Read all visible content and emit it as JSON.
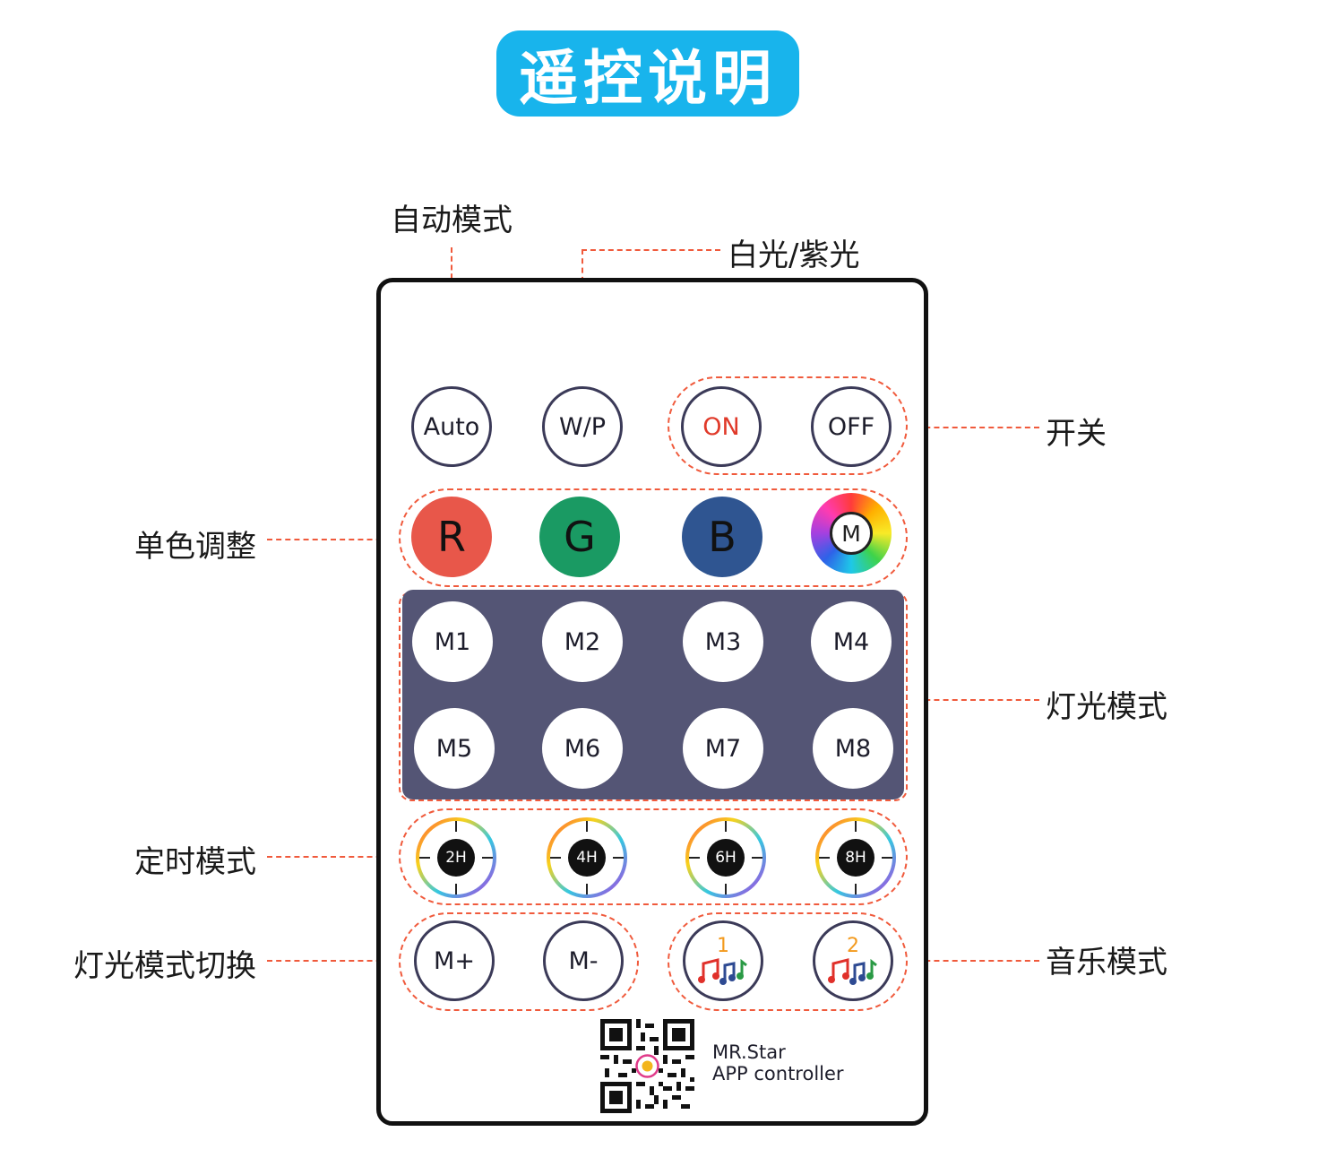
{
  "title": "遥控说明",
  "labels": {
    "auto_mode": "自动模式",
    "white_purple": "白光/紫光",
    "power": "开关",
    "single_color": "单色调整",
    "light_mode": "灯光模式",
    "timer_mode": "定时模式",
    "light_mode_switch": "灯光模式切换",
    "music_mode": "音乐模式"
  },
  "buttons": {
    "auto": "Auto",
    "wp": "W/P",
    "on": "ON",
    "off": "OFF",
    "r": "R",
    "g": "G",
    "b": "B",
    "m": "M",
    "modes": [
      "M1",
      "M2",
      "M3",
      "M4",
      "M5",
      "M6",
      "M7",
      "M8"
    ],
    "timers": [
      "2H",
      "4H",
      "6H",
      "8H"
    ],
    "m_plus": "M+",
    "m_minus": "M-",
    "music1": "1",
    "music2": "2"
  },
  "app": {
    "line1": "MR.Star",
    "line2": "APP controller"
  },
  "colors": {
    "title_bg": "#18b4ec",
    "accent_dashed": "#f05a3c",
    "red": "#e8574a",
    "green": "#1a9a63",
    "blue": "#2f5591",
    "panel": "#545575"
  },
  "icons": {
    "music": "music-notes-icon",
    "timer": "clock-dial-icon",
    "qr": "qr-code-icon"
  }
}
